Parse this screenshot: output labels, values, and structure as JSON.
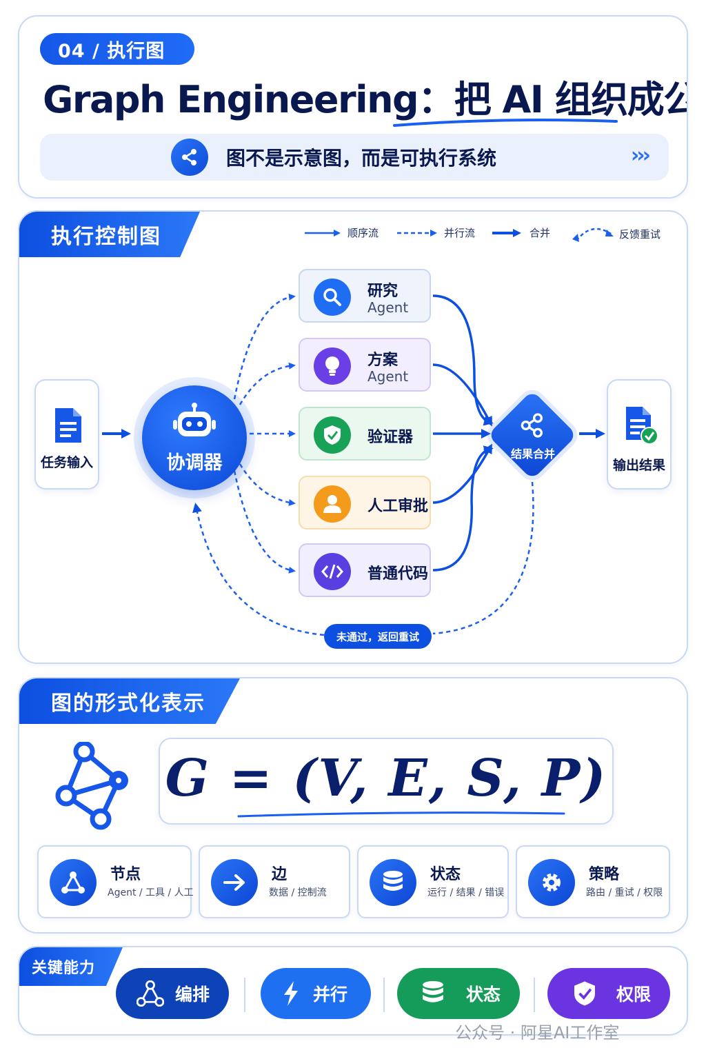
{
  "header": {
    "badge": "04 / 执行图",
    "title": "Graph Engineering：把 AI 组织成公司",
    "subtitle": "图不是示意图，而是可执行系统",
    "chevrons": "›››"
  },
  "flow": {
    "section_title": "执行控制图",
    "legend": [
      {
        "label": "顺序流"
      },
      {
        "label": "并行流"
      },
      {
        "label": "合并"
      },
      {
        "label": "反馈重试"
      }
    ],
    "input_label": "任务输入",
    "coordinator_label": "协调器",
    "agents": [
      {
        "title": "研究",
        "subtitle": "Agent",
        "color": "#1f6df3",
        "bg": "#eef3fc",
        "border": "#c6d6f3"
      },
      {
        "title": "方案",
        "subtitle": "Agent",
        "color": "#6a3fe6",
        "bg": "#f2eefd",
        "border": "#d5c8f6"
      },
      {
        "title": "验证器",
        "subtitle": "",
        "color": "#17a257",
        "bg": "#eaf8ef",
        "border": "#bfe6cc"
      },
      {
        "title": "人工审批",
        "subtitle": "",
        "color": "#f59b1c",
        "bg": "#fff5e6",
        "border": "#f7dcae"
      },
      {
        "title": "普通代码",
        "subtitle": "",
        "color": "#5a3fe0",
        "bg": "#f1eefd",
        "border": "#d3c8f5"
      }
    ],
    "merge_label": "结果合并",
    "output_label": "输出结果",
    "retry_label": "未通过，返回重试"
  },
  "formal": {
    "section_title": "图的形式化表示",
    "formula": "G = (V, E, S, P)",
    "items": [
      {
        "title": "节点",
        "desc": "Agent / 工具 / 人工",
        "icon": "nodes-icon"
      },
      {
        "title": "边",
        "desc": "数据 / 控制流",
        "icon": "arrow-right-icon"
      },
      {
        "title": "状态",
        "desc": "运行 / 结果 / 错误",
        "icon": "database-icon"
      },
      {
        "title": "策略",
        "desc": "路由 / 重试 / 权限",
        "icon": "gear-icon"
      }
    ]
  },
  "capabilities": {
    "section_title": "关键能力",
    "items": [
      {
        "label": "编排",
        "color": "#0e43b8",
        "icon": "nodes-icon"
      },
      {
        "label": "并行",
        "color": "#1f70f0",
        "icon": "bolt-icon"
      },
      {
        "label": "状态",
        "color": "#169c5a",
        "icon": "database-icon"
      },
      {
        "label": "权限",
        "color": "#6a34e0",
        "icon": "shield-check-icon"
      }
    ]
  },
  "watermark": "公众号 · 阿星AI工作室"
}
